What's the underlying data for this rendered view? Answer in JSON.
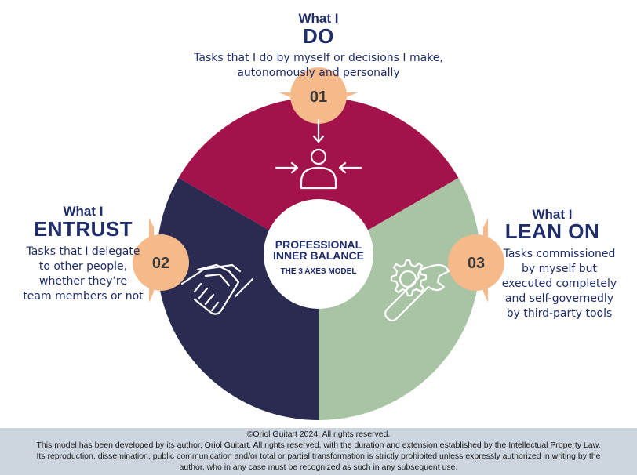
{
  "top": {
    "small": "What I",
    "big": "DO",
    "desc_lines": [
      "Tasks that I do by myself or decisions I make,",
      "autonomously and personally"
    ],
    "number": "01"
  },
  "left": {
    "small": "What I",
    "big": "ENTRUST",
    "desc_lines": [
      "Tasks that I delegate",
      "to other people,",
      "whether they’re",
      "team members or not"
    ],
    "number": "02"
  },
  "right": {
    "small": "What I",
    "big": "LEAN ON",
    "desc_lines": [
      "Tasks commissioned",
      "by myself but",
      "executed completely",
      "and self-governedly",
      "by third-party tools"
    ],
    "number": "03"
  },
  "center": {
    "line1": "PROFESSIONAL",
    "line2": "INNER BALANCE",
    "line3": "THE 3 AXES MODEL"
  },
  "icons": {
    "top": "person-with-inward-arrows-icon",
    "left": "handshake-icon",
    "right": "gear-and-wrench-icon"
  },
  "colors": {
    "top_segment": "#a3124a",
    "left_segment": "#2b2b52",
    "right_segment": "#a9c3a5",
    "badge": "#f6b98a",
    "text": "#1f2d6b",
    "footer_bg": "#cdd5df"
  },
  "footer": {
    "line1": "©Oriol Guitart 2024. All rights reserved.",
    "line2": "This model has been developed by its author, Oriol Guitart. All rights reserved, with the duration and extension established by the Intellectual Property Law.",
    "line3": "Its reproduction, dissemination, public communication and/or total or partial transformation is strictly prohibited unless expressly authorized in writing by the",
    "line4": "author, who in any case must be recognized as such in any subsequent use."
  }
}
